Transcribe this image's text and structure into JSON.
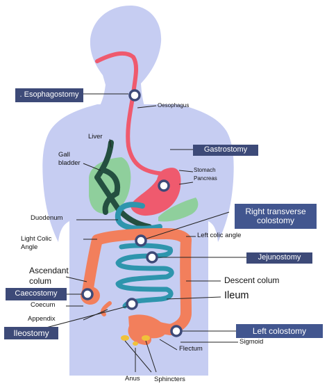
{
  "colors": {
    "body": "#c6cdf2",
    "esophagus": "#ef5a6e",
    "stomach": "#ef5a6e",
    "liver": "#8fcf9c",
    "gallbladder_ducts": "#244f40",
    "pancreas": "#8fcf9c",
    "colon": "#f27f5c",
    "small_intestine": "#2e95ad",
    "sphincters": "#f0c23a",
    "stoma_ring": "#3d4a78",
    "box_dark": "#3d4a78",
    "box_blue": "#42568f"
  },
  "stomas": {
    "esophagostomy": ". Esophagostomy",
    "gastrostomy": "Gastrostomy",
    "right_transverse_colostomy": "Right transverse colostomy",
    "jejunostomy": "Jejunostomy",
    "caecostomy": "Caecostomy",
    "ileostomy": "Ileostomy",
    "left_colostomy": "Left colostomy"
  },
  "labels": {
    "oesophagus": "Oesophagus",
    "liver": "Liver",
    "gall_bladder": "Gall bladder",
    "stomach": "Stomach",
    "pancreas": "Pancreas",
    "duodenum": "Duodenum",
    "light_colic_angle": "Light Colic Angle",
    "left_colic_angle": "Left colic angle",
    "ascendant_colum": "Ascendant colum",
    "descent_colum": "Descent colum",
    "ileum": "Ileum",
    "coecum": "Coecum",
    "appendix": "Appendix",
    "sigmoid": "Sigmoid",
    "flectum": "Flectum",
    "anus": "Anus",
    "sphincters": "Sphincters"
  }
}
